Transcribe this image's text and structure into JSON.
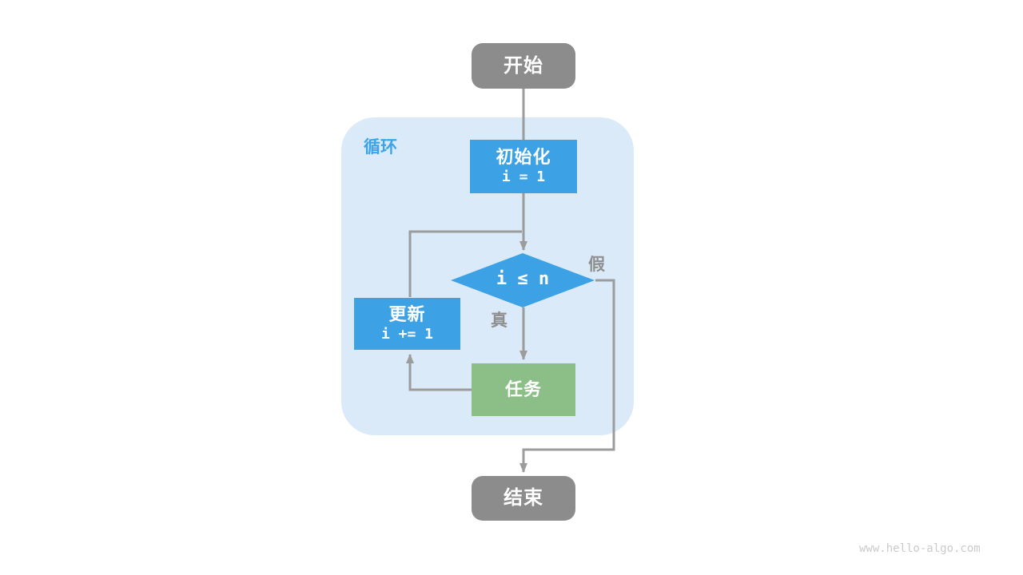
{
  "diagram": {
    "nodes": {
      "start": {
        "label": "开始"
      },
      "loop": {
        "label": "循环"
      },
      "init": {
        "title": "初始化",
        "code": "i = 1"
      },
      "condition": {
        "label": "i ≤ n"
      },
      "true_branch": {
        "label": "真"
      },
      "false_branch": {
        "label": "假"
      },
      "update": {
        "title": "更新",
        "code": "i += 1"
      },
      "task": {
        "label": "任务"
      },
      "end": {
        "label": "结束"
      }
    },
    "colors": {
      "node_gray": "#8c8c8c",
      "node_blue": "#3da2e5",
      "node_green": "#8cbf88",
      "container_bg": "#daeaf8",
      "line_color": "#9c9c9c",
      "branch_label": "#8f8f8f",
      "loop_label": "#3ba4e9",
      "watermark": "#cbcbcb",
      "text_on_node": "#ffffff",
      "page_bg": "#ffffff"
    },
    "watermark": "www.hello-algo.com"
  }
}
